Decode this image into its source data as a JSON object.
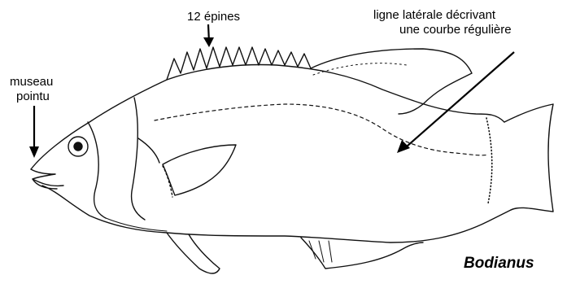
{
  "labels": {
    "spines": "12 épines",
    "lateral_line_1": "ligne latérale décrivant",
    "lateral_line_2": "une courbe régulière",
    "snout_1": "museau",
    "snout_2": "pointu"
  },
  "genus": "Bodianus",
  "colors": {
    "ink": "#000000",
    "background": "#ffffff"
  }
}
